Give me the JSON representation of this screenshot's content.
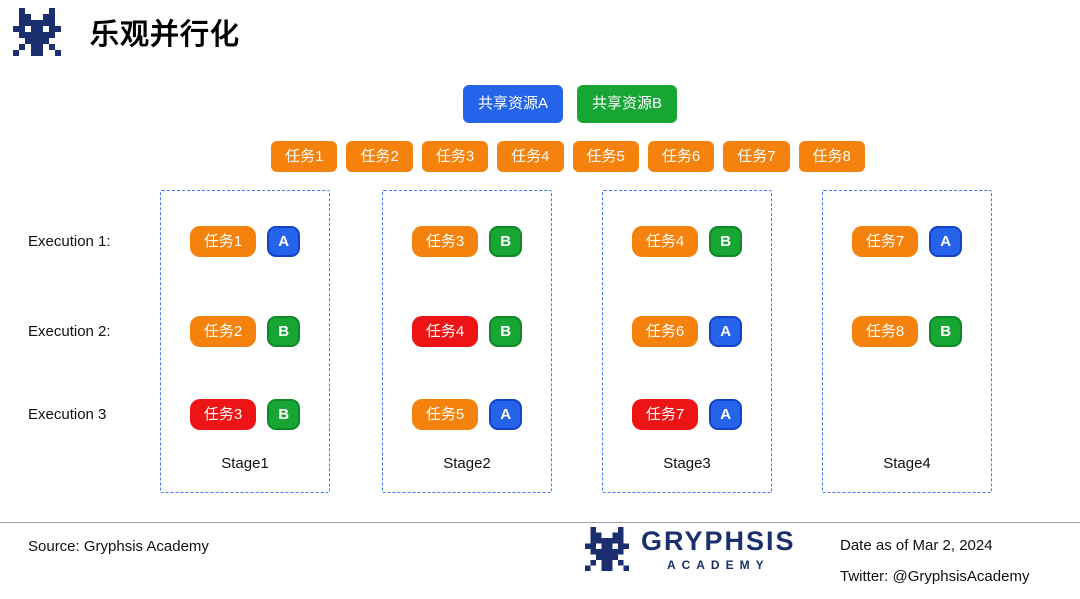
{
  "header": {
    "title": "乐观并行化"
  },
  "shared_resources": {
    "a": "共享资源A",
    "b": "共享资源B"
  },
  "task_queue": [
    "任务1",
    "任务2",
    "任务3",
    "任务4",
    "任务5",
    "任务6",
    "任务7",
    "任务8"
  ],
  "executions": [
    "Execution 1:",
    "Execution 2:",
    "Execution 3"
  ],
  "stages": [
    {
      "label": "Stage1",
      "rows": [
        {
          "task": "任务1",
          "state": "ok",
          "resource": "A"
        },
        {
          "task": "任务2",
          "state": "ok",
          "resource": "B"
        },
        {
          "task": "任务3",
          "state": "conflict",
          "resource": "B"
        }
      ]
    },
    {
      "label": "Stage2",
      "rows": [
        {
          "task": "任务3",
          "state": "ok",
          "resource": "B"
        },
        {
          "task": "任务4",
          "state": "conflict",
          "resource": "B"
        },
        {
          "task": "任务5",
          "state": "ok",
          "resource": "A"
        }
      ]
    },
    {
      "label": "Stage3",
      "rows": [
        {
          "task": "任务4",
          "state": "ok",
          "resource": "B"
        },
        {
          "task": "任务6",
          "state": "ok",
          "resource": "A"
        },
        {
          "task": "任务7",
          "state": "conflict",
          "resource": "A"
        }
      ]
    },
    {
      "label": "Stage4",
      "rows": [
        {
          "task": "任务7",
          "state": "ok",
          "resource": "A"
        },
        {
          "task": "任务8",
          "state": "ok",
          "resource": "B"
        }
      ]
    }
  ],
  "footer": {
    "source": "Source: Gryphsis Academy",
    "brand": "GRYPHSIS",
    "brand_sub": "ACADEMY",
    "date": "Date as of Mar 2, 2024",
    "twitter": "Twitter: @GryphsisAcademy"
  },
  "colors": {
    "task_orange": "#F5820D",
    "task_conflict_red": "#EC1414",
    "resource_a_blue": "#2563EB",
    "resource_b_green": "#17A534",
    "stage_border_blue": "#4577F6",
    "brand_navy": "#1B2F6E"
  }
}
